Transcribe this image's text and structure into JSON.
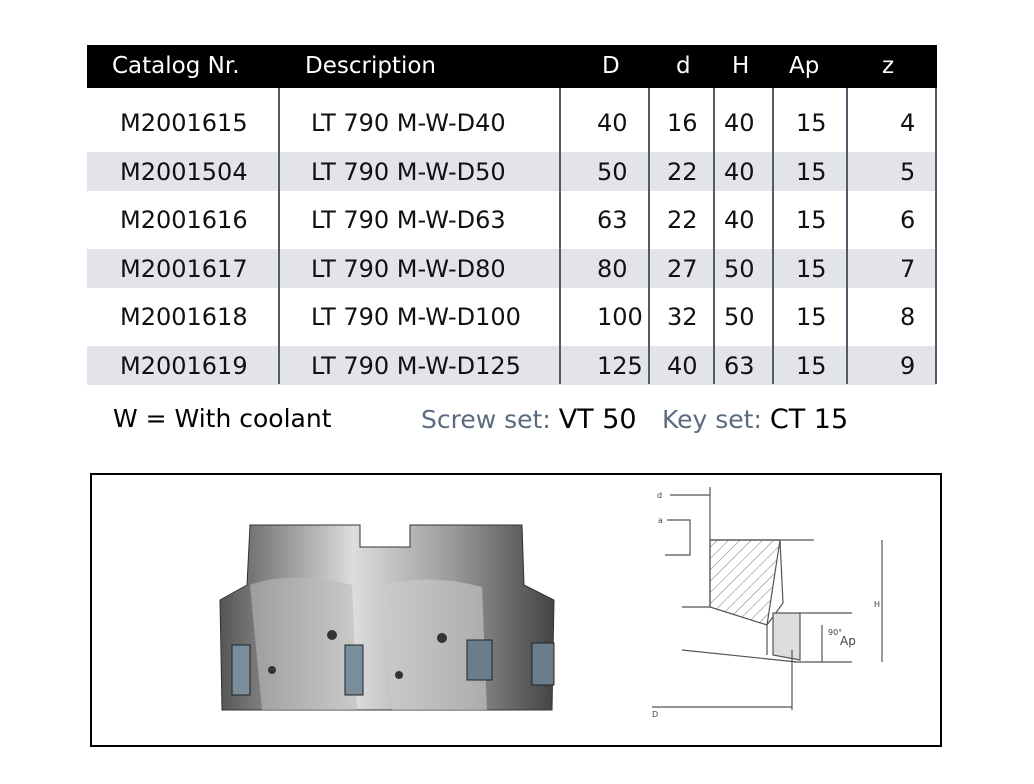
{
  "table": {
    "headers": [
      "Catalog Nr.",
      "Description",
      "D",
      "d",
      "H",
      "Ap",
      "z"
    ],
    "rows": [
      [
        "M2001615",
        "LT 790 M-W-D40",
        "40",
        "16",
        "40",
        "15",
        "4"
      ],
      [
        "M2001504",
        "LT 790 M-W-D50",
        "50",
        "22",
        "40",
        "15",
        "5"
      ],
      [
        "M2001616",
        "LT 790 M-W-D63",
        "63",
        "22",
        "40",
        "15",
        "6"
      ],
      [
        "M2001617",
        "LT 790 M-W-D80",
        "80",
        "27",
        "50",
        "15",
        "7"
      ],
      [
        "M2001618",
        "LT 790 M-W-D100",
        "100",
        "32",
        "50",
        "15",
        "8"
      ],
      [
        "M2001619",
        "LT 790 M-W-D125",
        "125",
        "40",
        "63",
        "15",
        "9"
      ]
    ]
  },
  "footer": {
    "legend": "W = With coolant",
    "screw_label": "Screw set:",
    "screw_value": "VT 50",
    "key_label": "Key set:",
    "key_value": "CT 15"
  },
  "diagram": {
    "labels": [
      "d",
      "a",
      "H",
      "90°",
      "Ap",
      "D"
    ]
  }
}
